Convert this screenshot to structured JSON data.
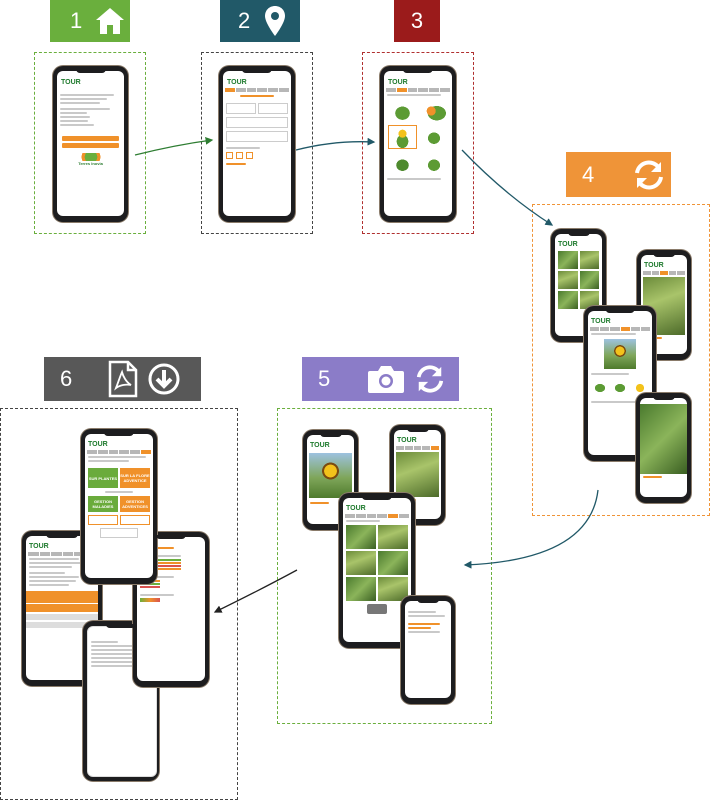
{
  "steps": [
    {
      "num": "1",
      "icon": "home-icon",
      "color": "#6aaf3d"
    },
    {
      "num": "2",
      "icon": "map-pin-icon",
      "color": "#215968"
    },
    {
      "num": "3",
      "icon": "",
      "color": "#9b1b1b"
    },
    {
      "num": "4",
      "icon": "refresh-icon",
      "color": "#ef9438"
    },
    {
      "num": "5",
      "icon": "camera-refresh-icon",
      "color": "#8b7cc8"
    },
    {
      "num": "6",
      "icon": "pdf-download-icon",
      "color": "#585858"
    }
  ],
  "colors": {
    "green": "#6aaf3d",
    "teal": "#215968",
    "red": "#9b1b1b",
    "orange": "#ef9438",
    "purple": "#8b7cc8",
    "gray": "#585858"
  },
  "phone_text": {
    "logo_top": "TOUR",
    "logo_bottom": "",
    "screen1_brand": "Terres Inovia",
    "screen6_plantes": "SUR PLANTES",
    "screen6_flore": "SUR LA FLORE ADVENTICE",
    "screen6_gestion_maladies": "GESTION MALADIES",
    "screen6_gestion_adventices": "GESTION ADVENTICES"
  }
}
